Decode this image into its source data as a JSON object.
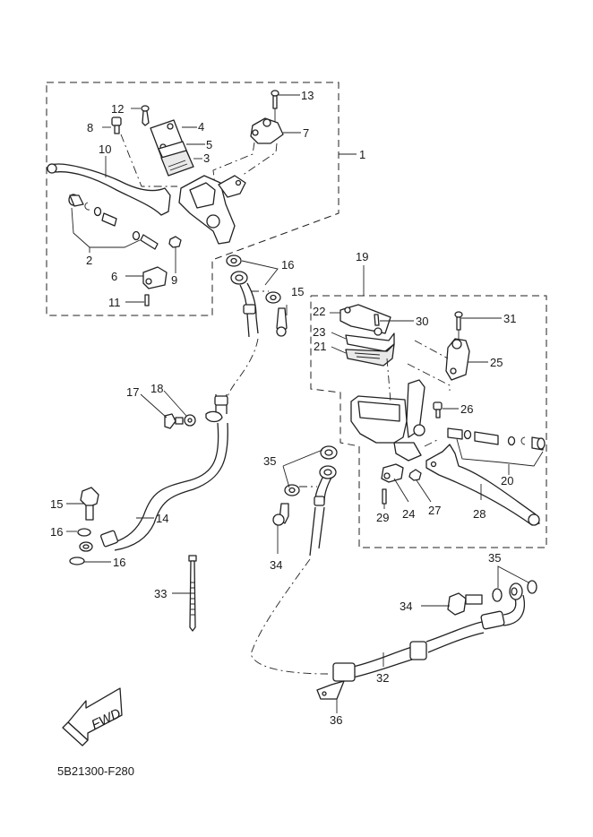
{
  "diagram": {
    "title": "Front master cylinder / clutch master cylinder exploded view",
    "drawing_code": "5B21300-F280",
    "direction_marker": "FWD",
    "callouts": [
      {
        "id": "1",
        "label": "1"
      },
      {
        "id": "2",
        "label": "2"
      },
      {
        "id": "3",
        "label": "3"
      },
      {
        "id": "4",
        "label": "4"
      },
      {
        "id": "5",
        "label": "5"
      },
      {
        "id": "6",
        "label": "6"
      },
      {
        "id": "7",
        "label": "7"
      },
      {
        "id": "8",
        "label": "8"
      },
      {
        "id": "9",
        "label": "9"
      },
      {
        "id": "10",
        "label": "10"
      },
      {
        "id": "11",
        "label": "11"
      },
      {
        "id": "12",
        "label": "12"
      },
      {
        "id": "13",
        "label": "13"
      },
      {
        "id": "14",
        "label": "14"
      },
      {
        "id": "15a",
        "label": "15"
      },
      {
        "id": "15b",
        "label": "15"
      },
      {
        "id": "16a",
        "label": "16"
      },
      {
        "id": "16b",
        "label": "16"
      },
      {
        "id": "16c",
        "label": "16"
      },
      {
        "id": "17",
        "label": "17"
      },
      {
        "id": "18",
        "label": "18"
      },
      {
        "id": "19",
        "label": "19"
      },
      {
        "id": "20",
        "label": "20"
      },
      {
        "id": "21",
        "label": "21"
      },
      {
        "id": "22",
        "label": "22"
      },
      {
        "id": "23",
        "label": "23"
      },
      {
        "id": "24",
        "label": "24"
      },
      {
        "id": "25",
        "label": "25"
      },
      {
        "id": "26",
        "label": "26"
      },
      {
        "id": "27",
        "label": "27"
      },
      {
        "id": "28",
        "label": "28"
      },
      {
        "id": "29",
        "label": "29"
      },
      {
        "id": "30",
        "label": "30"
      },
      {
        "id": "31",
        "label": "31"
      },
      {
        "id": "32",
        "label": "32"
      },
      {
        "id": "33",
        "label": "33"
      },
      {
        "id": "34a",
        "label": "34"
      },
      {
        "id": "34b",
        "label": "34"
      },
      {
        "id": "35a",
        "label": "35"
      },
      {
        "id": "35b",
        "label": "35"
      },
      {
        "id": "36",
        "label": "36"
      }
    ]
  }
}
